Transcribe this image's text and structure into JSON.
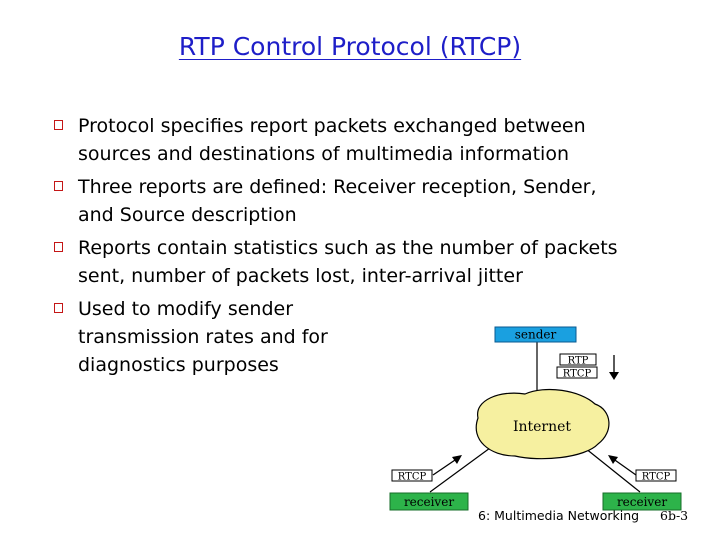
{
  "slide": {
    "title": "RTP Control Protocol (RTCP)",
    "bullets": [
      "Protocol specifies report packets exchanged between sources and destinations of multimedia information",
      "Three reports are defined: Receiver reception, Sender, and Source description",
      "Reports contain statistics such as the number of packets sent, number of packets lost, inter-arrival jitter",
      "Used to modify sender transmission rates and for diagnostics purposes"
    ],
    "footer": "6: Multimedia Networking",
    "page_number": "6b-3"
  },
  "diagram": {
    "sender": "sender",
    "rtp": "RTP",
    "rtcp_top": "RTCP",
    "internet": "Internet",
    "rtcp_left": "RTCP",
    "rtcp_right": "RTCP",
    "receiver_left": "receiver",
    "receiver_right": "receiver",
    "colors": {
      "sender_box": "#1aa0e0",
      "receiver_box": "#2db34a",
      "internet_cloud": "#f6f0a0",
      "title": "#1e1ec8",
      "bullet_box": "#c41616"
    }
  }
}
